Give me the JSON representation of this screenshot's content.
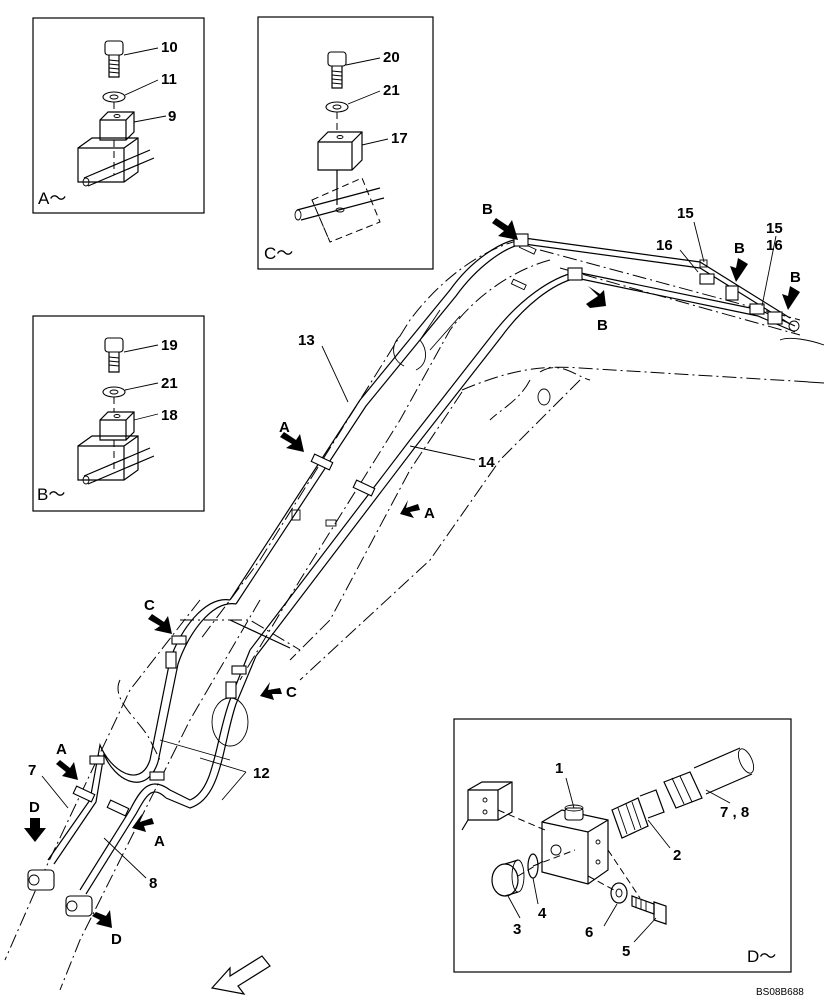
{
  "diagram": {
    "doc_code": "BS08B688",
    "view_labels": {
      "a": "A～",
      "b": "B～",
      "c": "C～",
      "d": "D～"
    },
    "view_a_parts": [
      "10",
      "11",
      "9"
    ],
    "view_b_parts": [
      "19",
      "21",
      "18"
    ],
    "view_c_parts": [
      "20",
      "21",
      "17"
    ],
    "view_d_parts": [
      "1",
      "2",
      "7 , 8",
      "3",
      "4",
      "6",
      "5"
    ],
    "main_parts": [
      "13",
      "14",
      "15",
      "16",
      "15",
      "16",
      "12",
      "7",
      "8"
    ],
    "arrow_letters": {
      "A": "A",
      "B": "B",
      "C": "C",
      "D": "D"
    }
  }
}
